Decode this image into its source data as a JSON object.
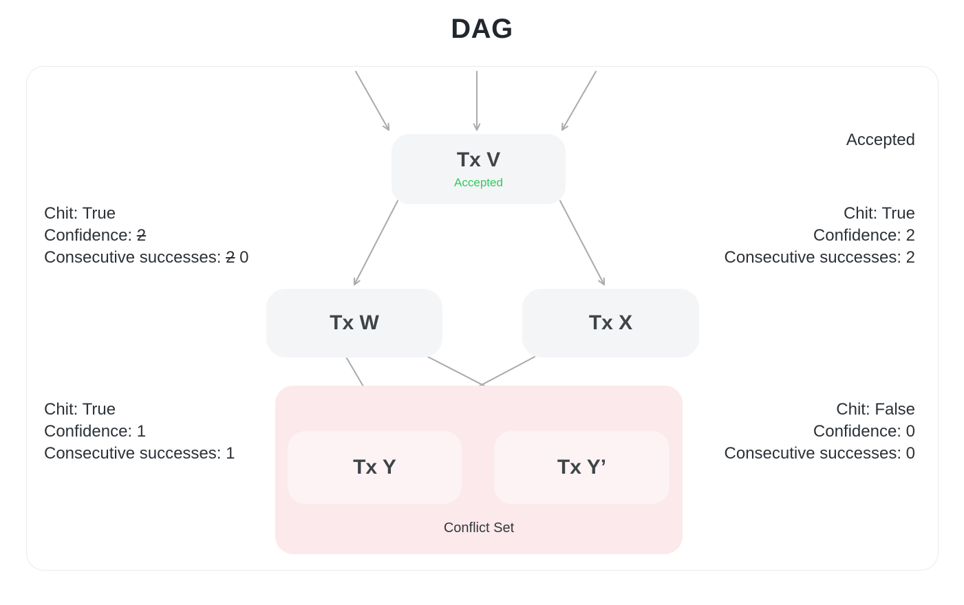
{
  "title": "DAG",
  "corner": {
    "accepted_label": "Accepted"
  },
  "colors": {
    "node_fill": "#f4f5f7",
    "conflict_fill": "#fbe9ec",
    "conflict_node_fill": "#fdf3f4",
    "accepted_green": "#2ecb5a",
    "text_dark": "#2b3137",
    "node_text": "#3f4448",
    "edge_gray": "#a9adaf",
    "panel_border": "#e8eaec"
  },
  "nodes": [
    {
      "id": "txv",
      "label": "Tx V",
      "status": "Accepted"
    },
    {
      "id": "txw",
      "label": "Tx W",
      "status": ""
    },
    {
      "id": "txx",
      "label": "Tx X",
      "status": ""
    },
    {
      "id": "txy",
      "label": "Tx Y",
      "status": ""
    },
    {
      "id": "txyp",
      "label": "Tx Y’",
      "status": ""
    }
  ],
  "conflict_set": {
    "label": "Conflict Set"
  },
  "annotations": {
    "top_left": {
      "chit_label": "Chit: True",
      "confidence_label": "Confidence:",
      "confidence_old": "2",
      "confidence_new": "",
      "successes_label": "Consecutive successes:",
      "successes_old": "2",
      "successes_new": "0"
    },
    "top_right": {
      "chit_label": "Chit: True",
      "confidence_label": "Confidence: 2",
      "successes_label": "Consecutive successes: 2"
    },
    "bottom_left": {
      "chit_label": "Chit: True",
      "confidence_label": "Confidence: 1",
      "successes_label": "Consecutive successes: 1"
    },
    "bottom_right": {
      "chit_label": "Chit: False",
      "confidence_label": "Confidence: 0",
      "successes_label": "Consecutive successes: 0"
    }
  },
  "edges": [
    {
      "from": "external-1",
      "to": "txv"
    },
    {
      "from": "external-2",
      "to": "txv"
    },
    {
      "from": "external-3",
      "to": "txv"
    },
    {
      "from": "txv",
      "to": "txw"
    },
    {
      "from": "txv",
      "to": "txx"
    },
    {
      "from": "txw",
      "to": "txy"
    },
    {
      "from": "txw",
      "to": "txyp"
    },
    {
      "from": "txx",
      "to": "txy"
    }
  ]
}
